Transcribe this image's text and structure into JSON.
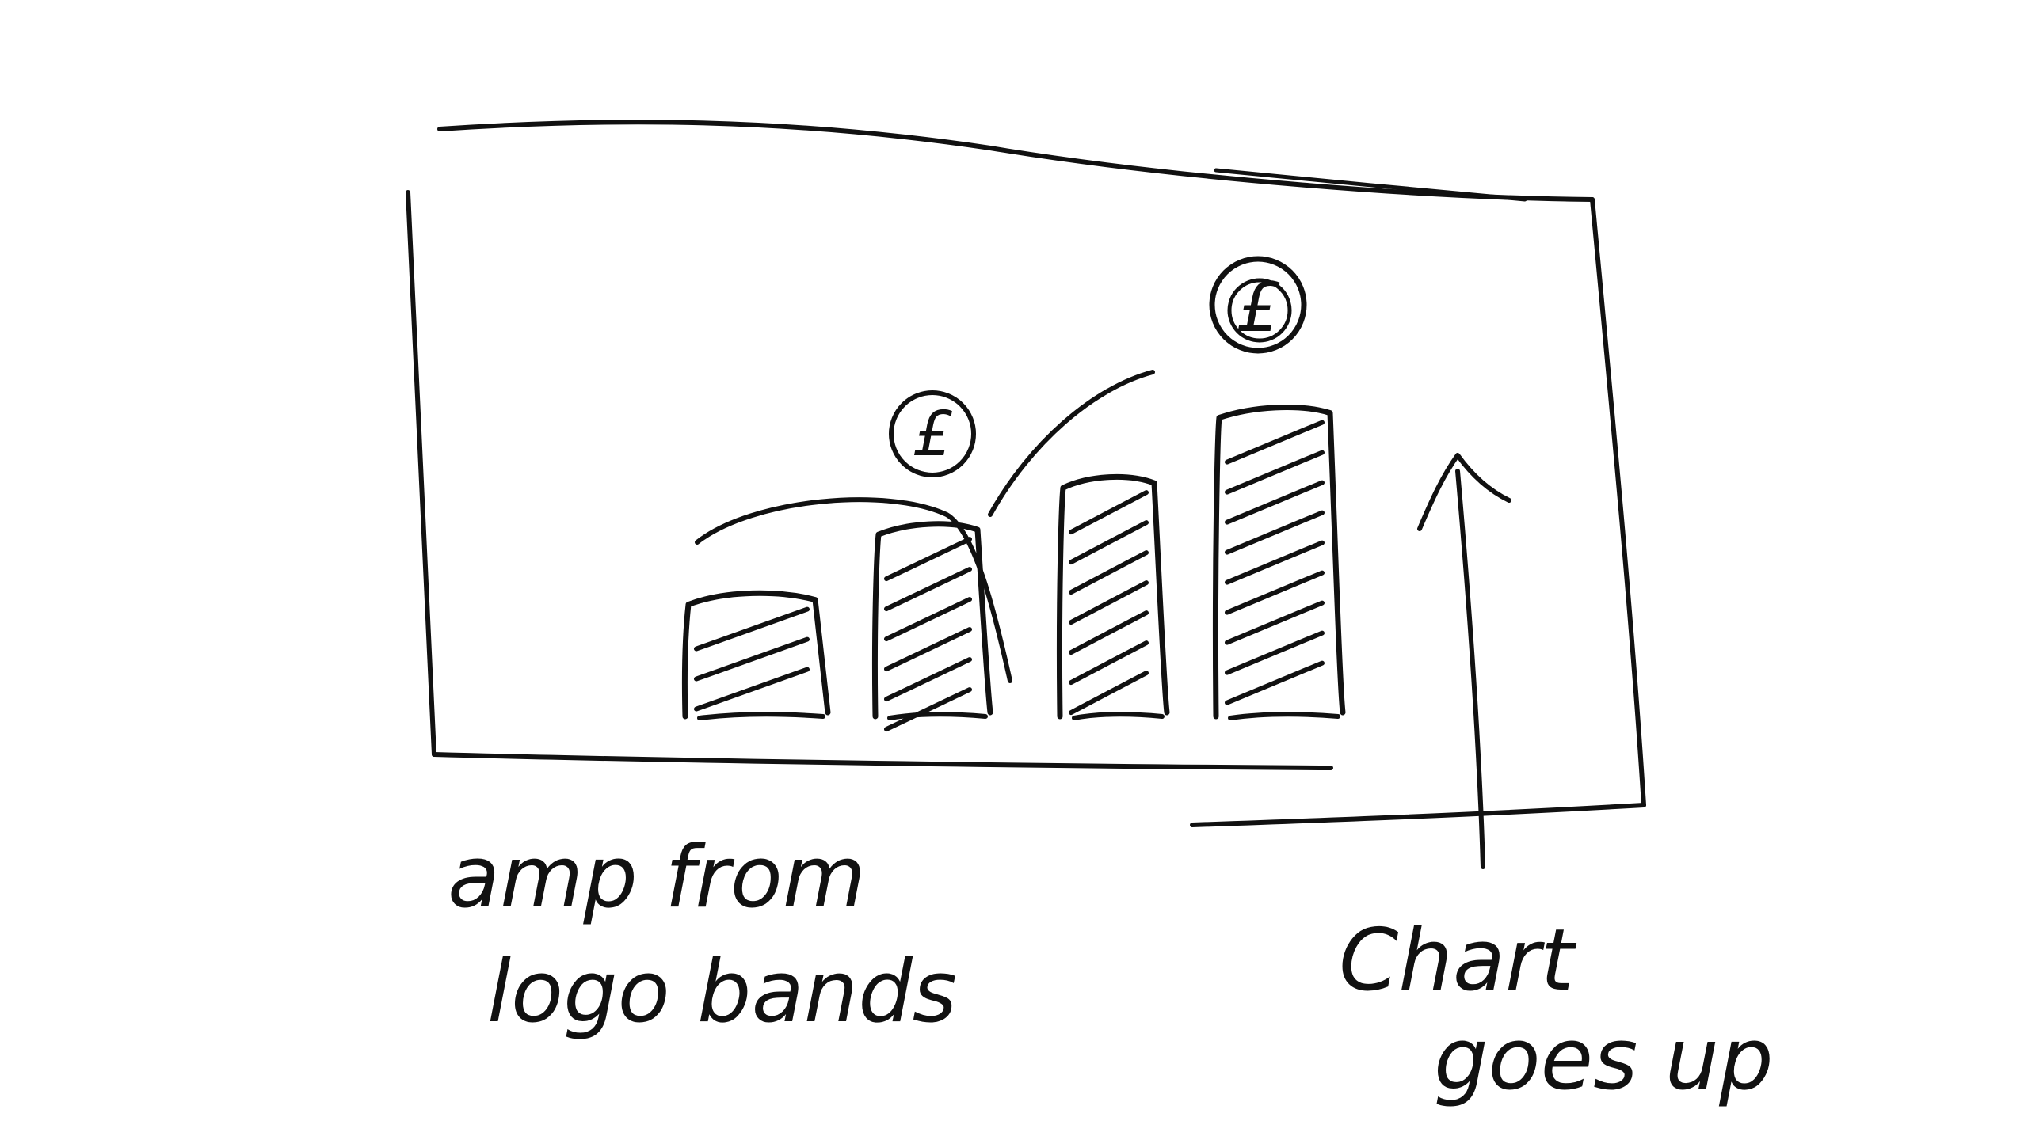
{
  "sketch": {
    "caption_left": [
      "amp from",
      "logo bands"
    ],
    "caption_right": [
      "Chart",
      "goes up"
    ],
    "badges": [
      "£",
      "£"
    ]
  },
  "chart_data": {
    "type": "bar",
    "categories": [
      "",
      "",
      "",
      ""
    ],
    "values": [
      1.3,
      2.05,
      2.55,
      3.3
    ],
    "title": "",
    "xlabel": "",
    "ylabel": "",
    "ylim": [
      0,
      4
    ]
  },
  "colors": {
    "ink": "#111111",
    "background": "#ffffff"
  },
  "icons": [
    "coin-icon",
    "up-arrow-icon",
    "hatch-pattern"
  ]
}
